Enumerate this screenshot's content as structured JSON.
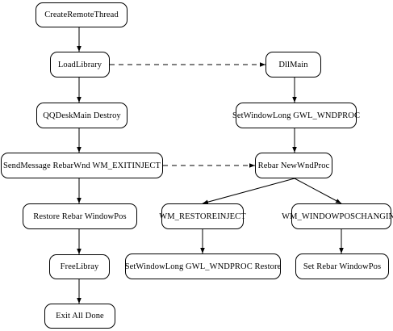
{
  "diagram": {
    "nodes": {
      "create_remote_thread": "CreateRemoteThread",
      "load_library": "LoadLibrary",
      "qq_desk_main_destroy": "QQDeskMain Destroy",
      "send_message": "SendMessage RebarWnd WM_EXITINJECT",
      "restore_rebar_windowpos": "Restore Rebar WindowPos",
      "free_library": "FreeLibray",
      "exit_all_done": "Exit All Done",
      "dll_main": "DllMain",
      "set_window_long": "SetWindowLong GWL_WNDPROC",
      "rebar_new_wnd_proc": "Rebar NewWndProc",
      "wm_restoreinject": "WM_RESTOREINJECT",
      "wm_windowposchanging": "WM_WINDOWPOSCHANGING",
      "set_window_long_restore": "SetWindowLong GWL_WNDPROC Restore",
      "set_rebar_windowpos": "Set Rebar WindowPos"
    },
    "line_color": "#000000"
  }
}
